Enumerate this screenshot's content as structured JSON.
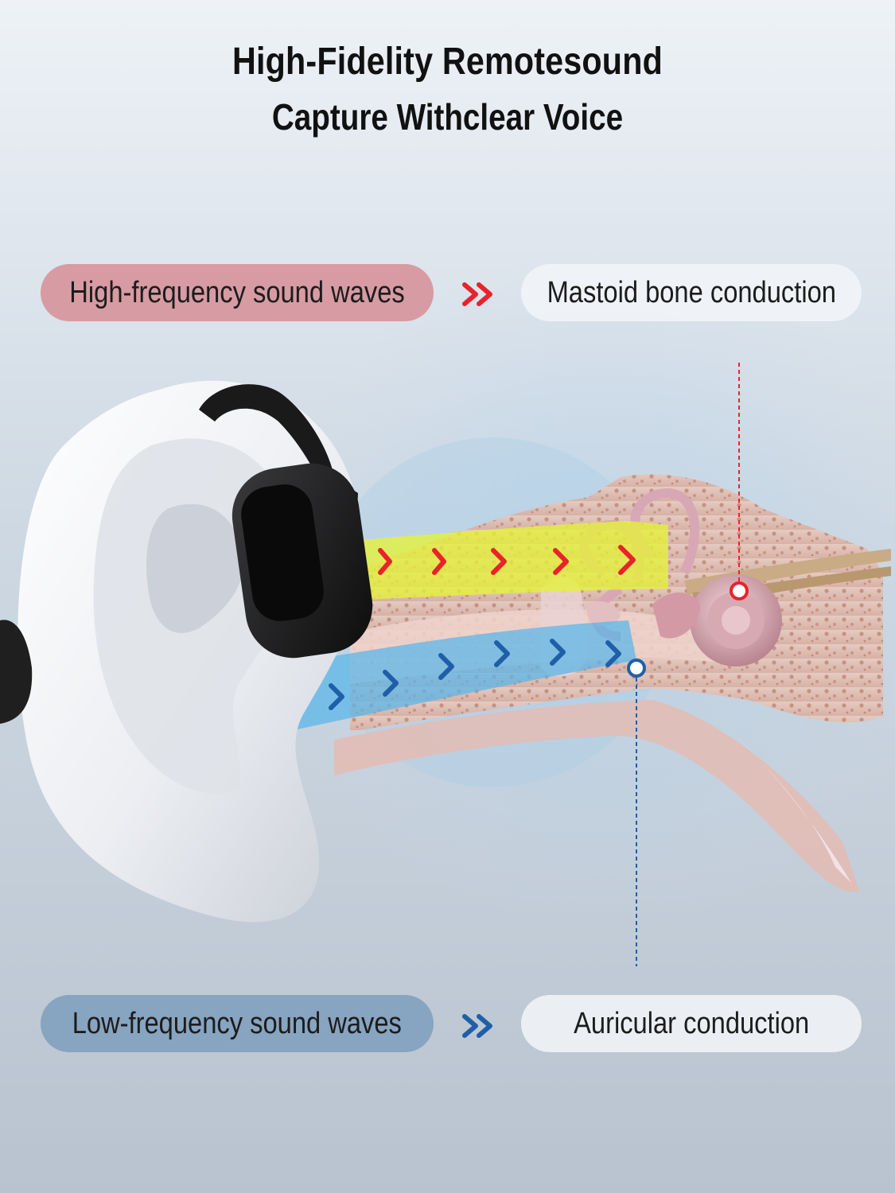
{
  "header": {
    "title": "High-Fidelity Remotesound",
    "subtitle": "Capture Withclear Voice"
  },
  "high_path": {
    "source_label": "High-frequency sound waves",
    "target_label": "Mastoid bone conduction",
    "color": "#e8232b",
    "band_color": "#e4f238"
  },
  "low_path": {
    "source_label": "Low-frequency sound waves",
    "target_label": "Auricular conduction",
    "color": "#1f5fa8",
    "band_color": "#57b6ea"
  },
  "icons": {
    "arrow": "double-chevron-right-icon",
    "chevron": "chevron-right-icon"
  }
}
